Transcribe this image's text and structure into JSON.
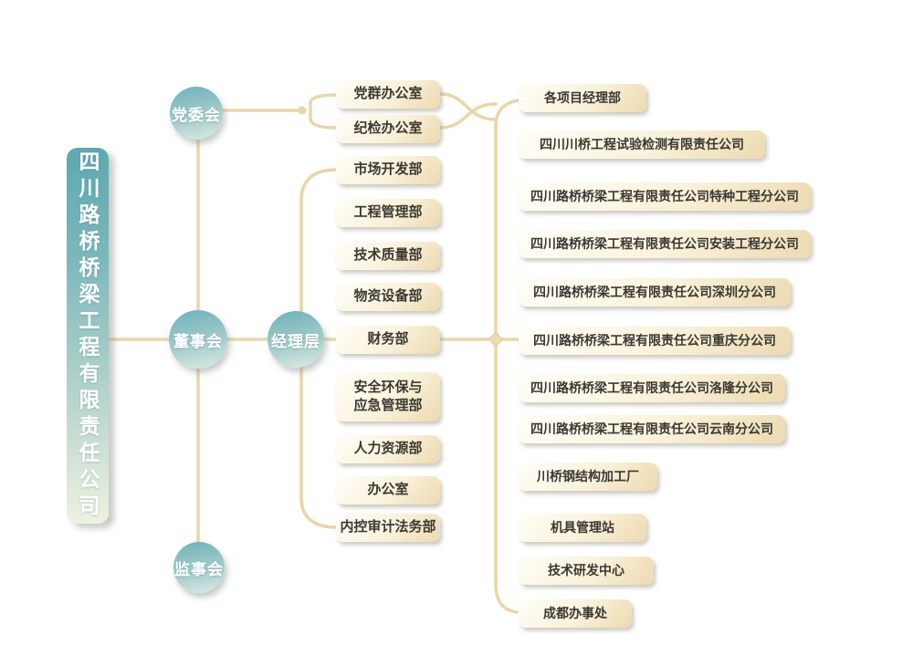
{
  "company": {
    "name": "四川路桥桥梁工程有限责任公司"
  },
  "governance": {
    "party_committee": {
      "label": "党委会"
    },
    "board_of_directors": {
      "label": "董事会"
    },
    "management_layer": {
      "label": "经理层"
    },
    "supervisory_board": {
      "label": "监事会"
    }
  },
  "party_departments": [
    {
      "label": "党群办公室"
    },
    {
      "label": "纪检办公室"
    }
  ],
  "management_departments": [
    {
      "label": "市场开发部"
    },
    {
      "label": "工程管理部"
    },
    {
      "label": "技术质量部"
    },
    {
      "label": "物资设备部"
    },
    {
      "label": "财务部"
    },
    {
      "label": "安全环保与\n应急管理部"
    },
    {
      "label": "人力资源部"
    },
    {
      "label": "办公室"
    },
    {
      "label": "内控审计法务部"
    }
  ],
  "subsidiaries": [
    {
      "label": "各项目经理部"
    },
    {
      "label": "四川川桥工程试验检测有限责任公司"
    },
    {
      "label": "四川路桥桥梁工程有限责任公司特种工程分公司"
    },
    {
      "label": "四川路桥桥梁工程有限责任公司安装工程分公司"
    },
    {
      "label": "四川路桥桥梁工程有限责任公司深圳分公司"
    },
    {
      "label": "四川路桥桥梁工程有限责任公司重庆分公司"
    },
    {
      "label": "四川路桥桥梁工程有限责任公司洛隆分公司"
    },
    {
      "label": "四川路桥桥梁工程有限责任公司云南分公司"
    },
    {
      "label": "川桥钢结构加工厂"
    },
    {
      "label": "机具管理站"
    },
    {
      "label": "技术研发中心"
    },
    {
      "label": "成都办事处"
    }
  ],
  "colors": {
    "node_teal": "#6fb3bb",
    "node_teal_light": "#dcebe5",
    "box_cream": "#f9f1da",
    "box_cream_deep": "#ecdab0",
    "connector": "#e9d6a9",
    "text_dark": "#3b3933",
    "background": "#ffffff"
  }
}
